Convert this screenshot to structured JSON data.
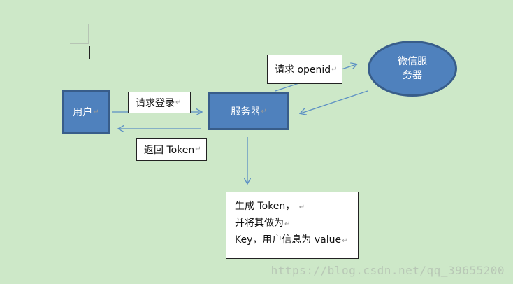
{
  "diagram": {
    "user_node": "用户",
    "server_node": "服务器",
    "wechat_node_line1": "微信服",
    "wechat_node_line2": "务器",
    "login_request_label": "请求登录",
    "return_token_label": "返回 Token",
    "openid_request_label": "请求 openid",
    "note_lines": [
      "生成 Token，",
      "并将其做为",
      "Key，用户信息为  value"
    ]
  },
  "watermark": "https://blog.csdn.net/qq_39655200",
  "colors": {
    "background": "#cde8c8",
    "node_fill": "#4f81bd",
    "node_border": "#385d8a",
    "arrow": "#5b8fc4"
  }
}
